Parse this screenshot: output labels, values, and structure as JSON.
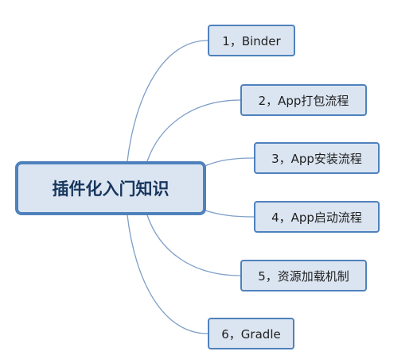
{
  "root": {
    "label": "插件化入门知识"
  },
  "branches": [
    {
      "label": "1，Binder"
    },
    {
      "label": "2，App打包流程"
    },
    {
      "label": "3，App安装流程"
    },
    {
      "label": "4，App启动流程"
    },
    {
      "label": "5，资源加载机制"
    },
    {
      "label": "6，Gradle"
    }
  ],
  "colors": {
    "node_fill": "#dbe5f1",
    "node_border": "#4f81bd",
    "root_text": "#17365d",
    "connector": "#7f9fc8"
  }
}
